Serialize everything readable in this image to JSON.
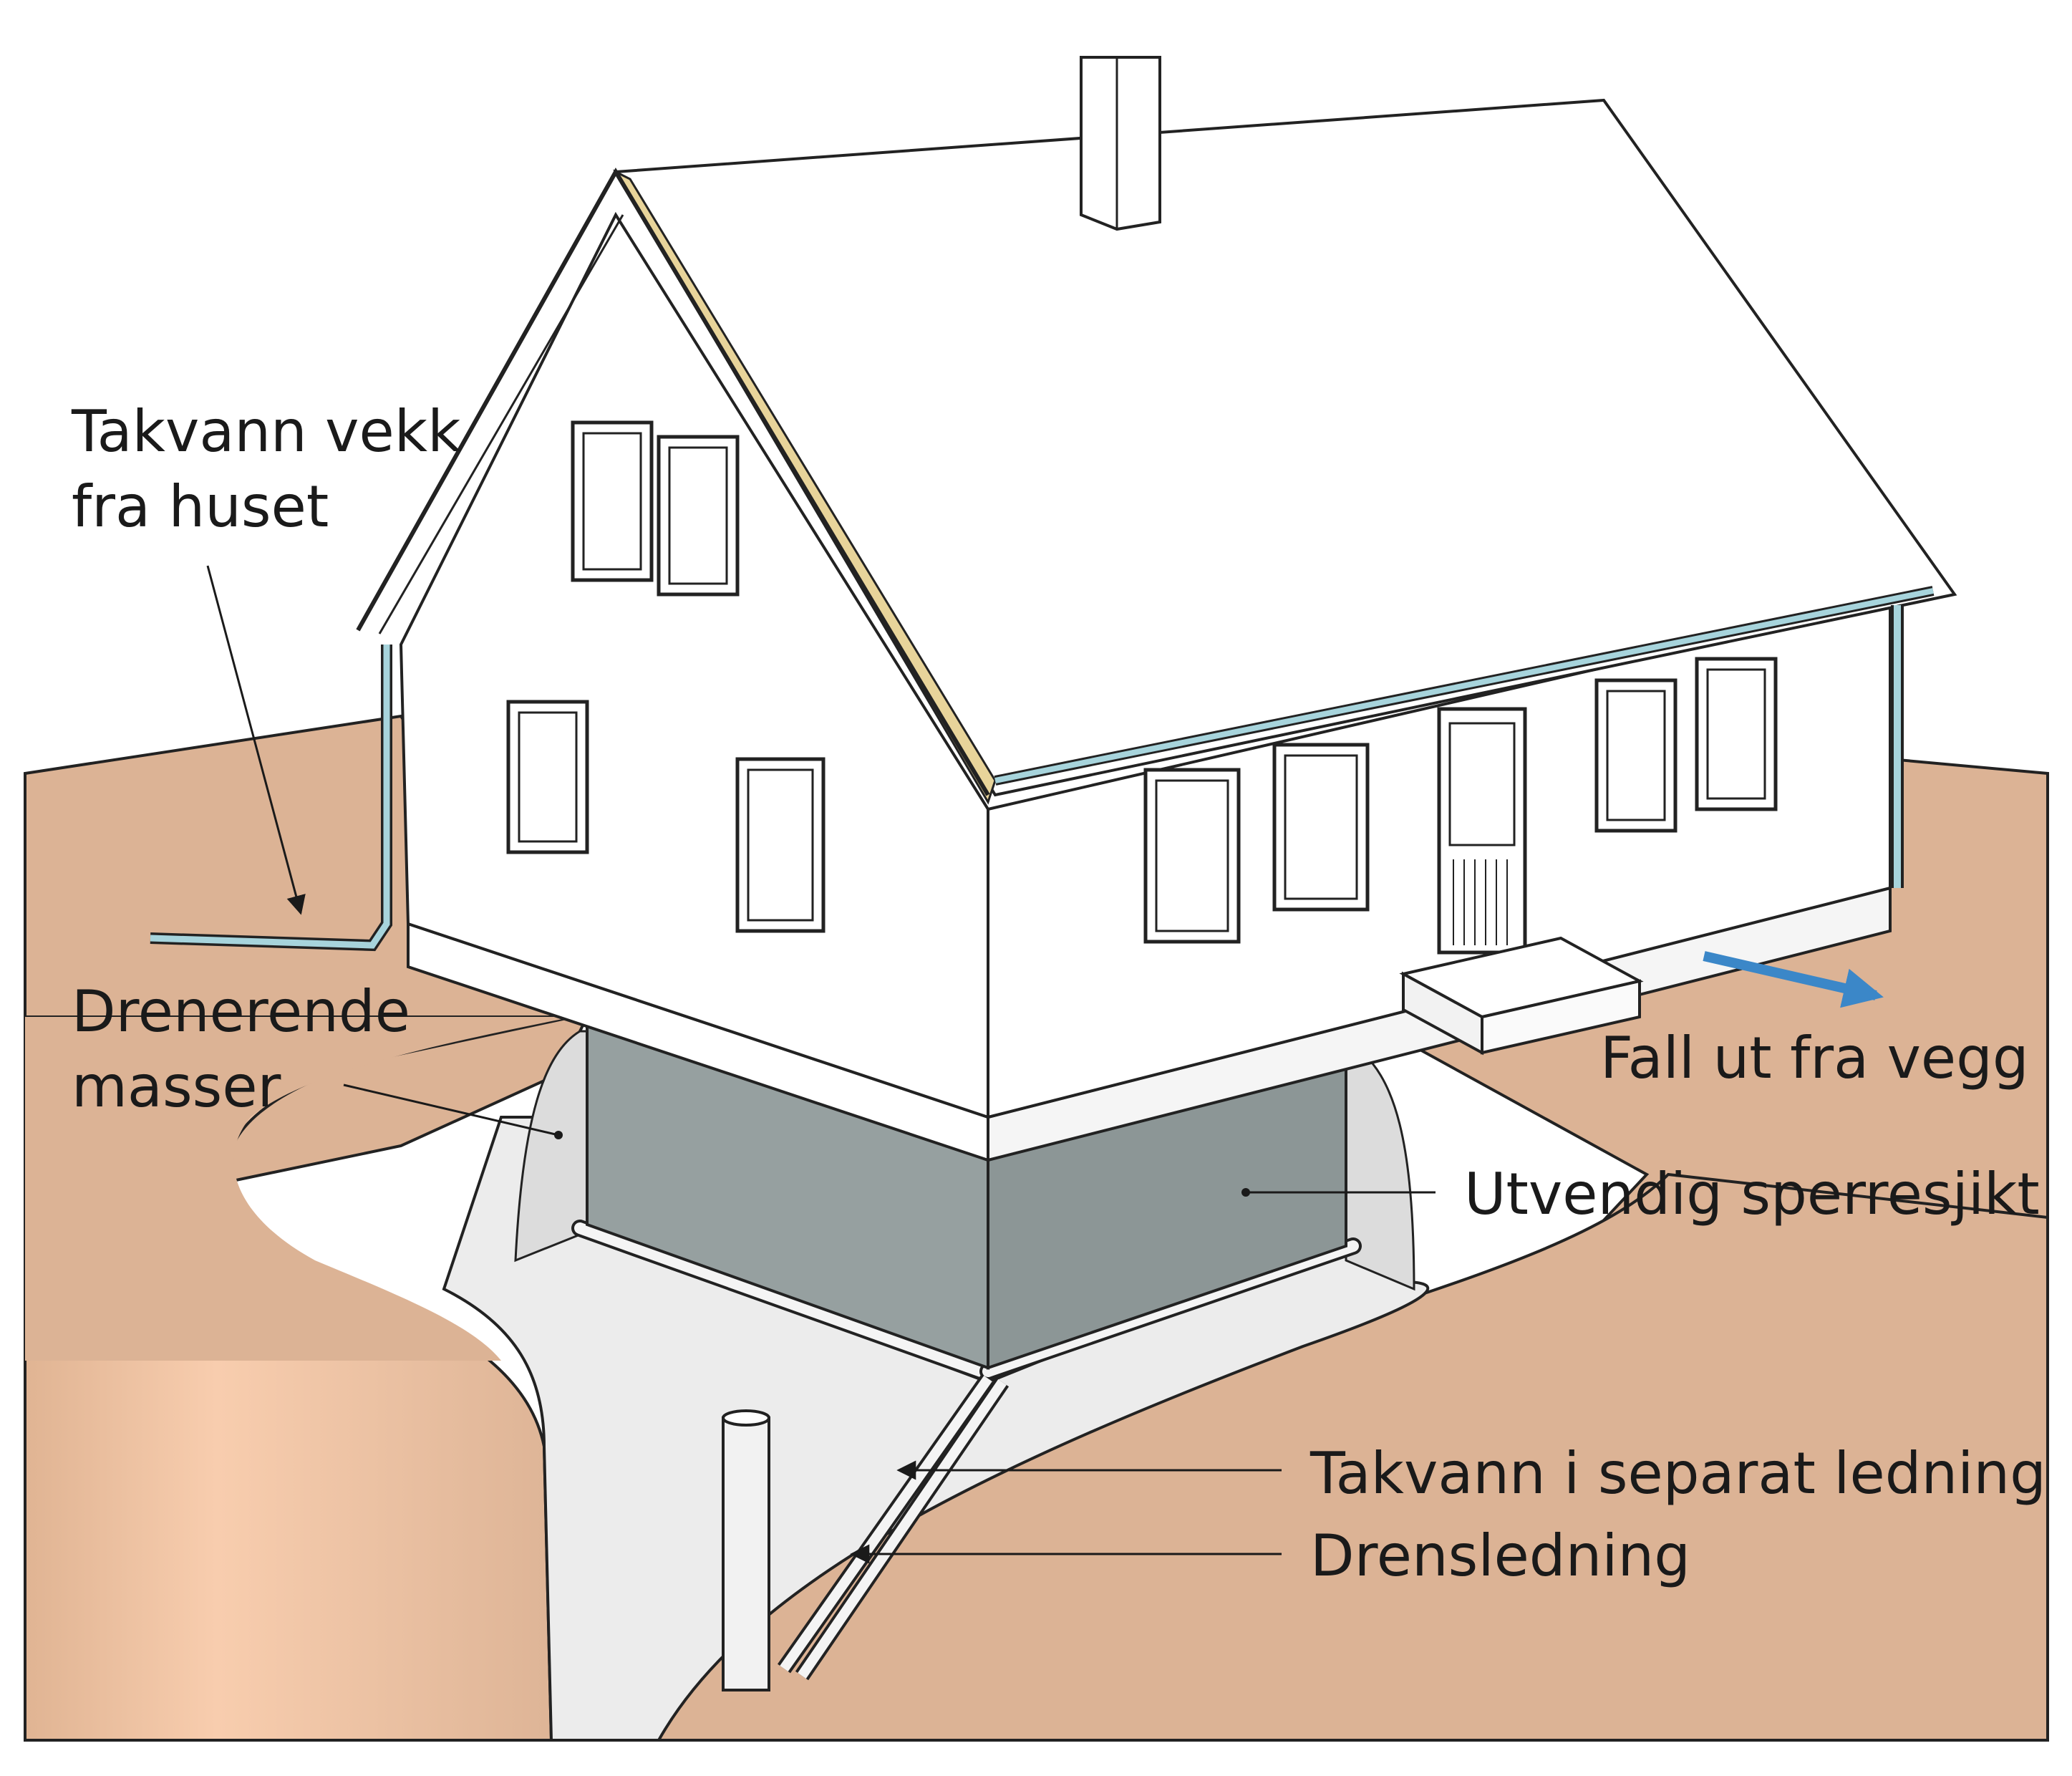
{
  "labels": {
    "roof_water": [
      "Takvann vekk",
      "fra huset"
    ],
    "drainage_mass": [
      "Drenerende",
      "masser"
    ],
    "slope": "Fall ut fra vegg",
    "barrier": "Utvendig sperresjikt",
    "separate_pipe": "Takvann i separat ledning",
    "drain_pipe": "Drensledning"
  },
  "colors": {
    "soil": "#dcb395",
    "soil_light": "#f4c8a8",
    "gravel": "#ececec",
    "barrier_wall": "#96a0a0",
    "gutter": "#a7d4dc",
    "arrow_slope": "#3b87c8",
    "wall": "#ffffff",
    "outline": "#222222"
  }
}
